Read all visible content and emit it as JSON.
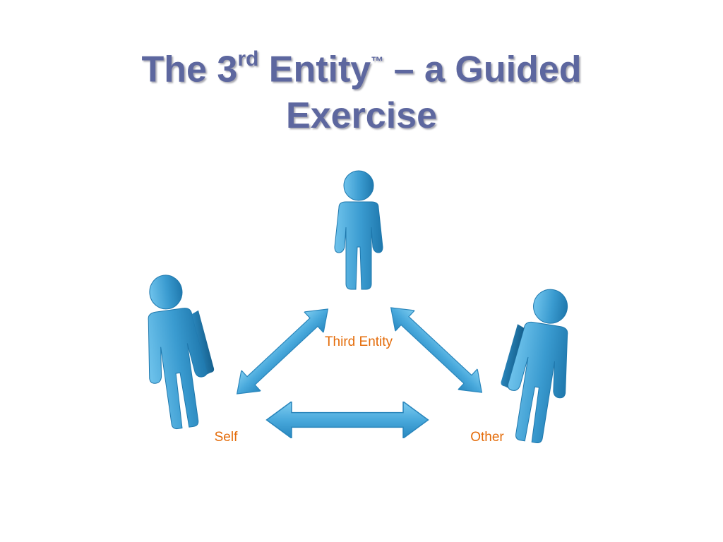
{
  "title": {
    "line1_part1": "The 3",
    "line1_sup": "rd",
    "line1_part2": " Entity",
    "line1_tm": "™",
    "line1_part3": " – a Guided",
    "line2": "Exercise"
  },
  "labels": {
    "top": "Third Entity",
    "left": "Self",
    "right": "Other"
  },
  "colors": {
    "title": "#5d679f",
    "figure": "#3a9bd0",
    "arrow": "#49a9dc",
    "label": "#e46c0a"
  },
  "icons": {
    "figures": "person-figure-icon",
    "arrows": "double-headed-arrow-icon"
  }
}
